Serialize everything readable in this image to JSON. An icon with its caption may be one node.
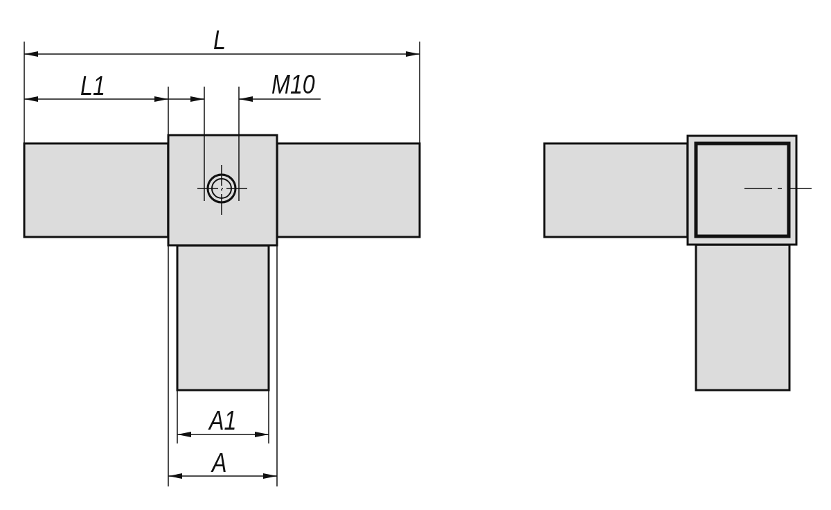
{
  "diagram": {
    "labels": [
      "L",
      "L1",
      "M10",
      "A1",
      "A"
    ]
  }
}
